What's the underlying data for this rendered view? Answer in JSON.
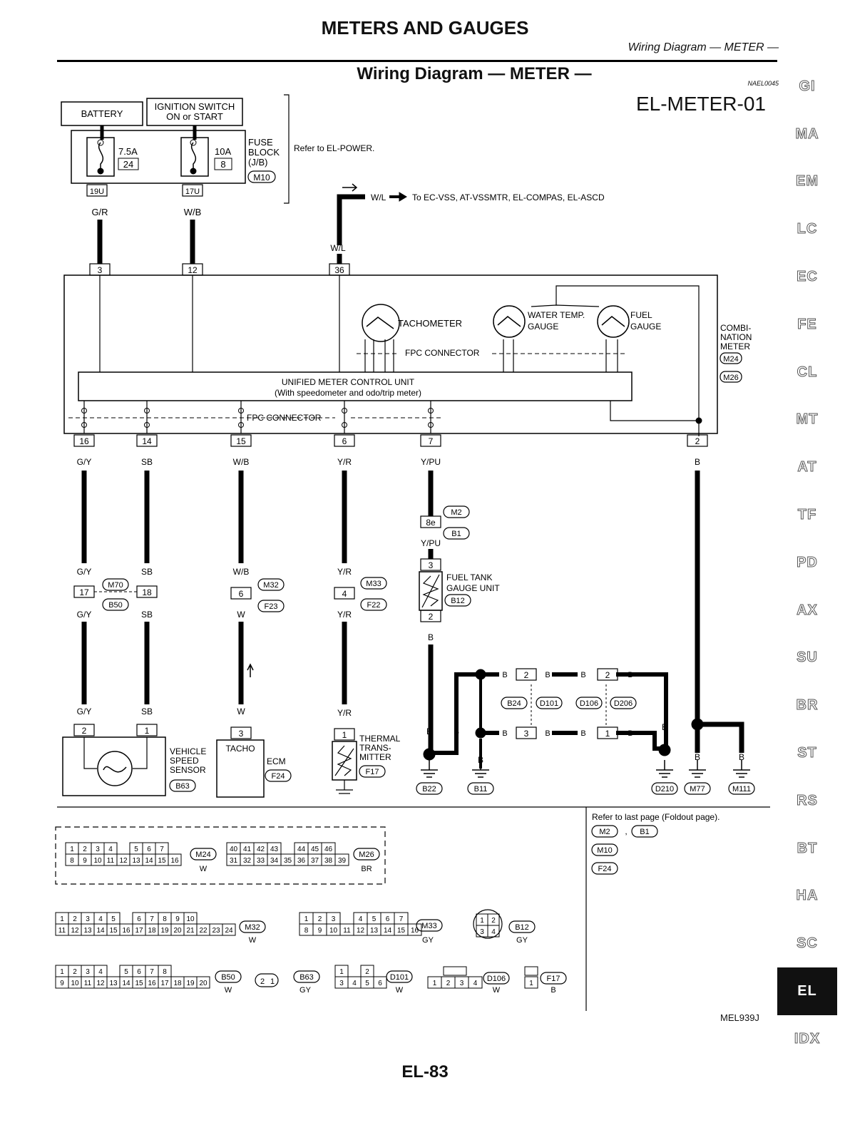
{
  "header": {
    "title": "METERS AND GAUGES",
    "subtitle": "Wiring Diagram — METER —"
  },
  "diagram": {
    "title": "Wiring Diagram — METER —",
    "code": "NAEL0045",
    "page_code": "EL-METER-01"
  },
  "sidebar": {
    "items": [
      "GI",
      "MA",
      "EM",
      "LC",
      "EC",
      "FE",
      "CL",
      "MT",
      "AT",
      "TF",
      "PD",
      "AX",
      "SU",
      "BR",
      "ST",
      "RS",
      "BT",
      "HA",
      "SC",
      "EL",
      "IDX"
    ],
    "active": "EL"
  },
  "power": {
    "battery": "BATTERY",
    "ignition": "IGNITION SWITCH",
    "ignition2": "ON or START",
    "fuse1_amp": "7.5A",
    "fuse1_no": "24",
    "fuse2_amp": "10A",
    "fuse2_no": "8",
    "fuse_block": "FUSE",
    "fuse_block2": "BLOCK",
    "fuse_block3": "(J/B)",
    "fuse_block_conn": "M10",
    "refer": "Refer to EL-POWER.",
    "term1": "19U",
    "term2": "17U",
    "wire1": "G/R",
    "wire2": "W/B",
    "wl": "W/L",
    "to_text": "To EC-VSS, AT-VSSMTR, EL-COMPAS, EL-ASCD"
  },
  "meter": {
    "pins_top": [
      "3",
      "12",
      "36"
    ],
    "tach": "TACHOMETER",
    "water": "WATER TEMP.",
    "water2": "GAUGE",
    "fuel": "FUEL",
    "fuel2": "GAUGE",
    "fpc": "FPC CONNECTOR",
    "unit": "UNIFIED METER CONTROL UNIT",
    "unit2": "(With speedometer and odo/trip meter)",
    "combi": [
      "COMBI-",
      "NATION",
      "METER"
    ],
    "combi_conn1": "M24",
    "combi_conn2": "M26",
    "pins_bottom": [
      "16",
      "14",
      "15",
      "6",
      "7",
      "2"
    ],
    "wires_bottom": [
      "G/Y",
      "SB",
      "W/B",
      "Y/R",
      "Y/PU",
      "B"
    ]
  },
  "lower": {
    "c1": [
      "G/Y",
      "17",
      "G/Y",
      "SB",
      "18",
      "SB",
      "M70",
      "B50"
    ],
    "c2": [
      "W/B",
      "6",
      "W",
      "M32",
      "F23"
    ],
    "c3": [
      "Y/R",
      "4",
      "Y/R",
      "M33",
      "F22"
    ],
    "ypu": [
      "8e",
      "Y/PU",
      "M2",
      "B1"
    ],
    "fuel_tank": [
      "FUEL TANK",
      "GAUGE UNIT",
      "B12",
      "3",
      "2",
      "B"
    ],
    "vss": [
      "G/Y",
      "2",
      "SB",
      "1",
      "VEHICLE",
      "SPEED",
      "SENSOR",
      "B63"
    ],
    "ecm": [
      "W",
      "3",
      "TACHO",
      "ECM",
      "F24"
    ],
    "thermal": [
      "Y/R",
      "1",
      "THERMAL",
      "TRANS-",
      "MITTER",
      "F17"
    ],
    "ground_conns": [
      "B22",
      "B11",
      "D210",
      "M77",
      "M111"
    ],
    "joint": [
      "B",
      "2",
      "B",
      "B",
      "2",
      "B",
      "B24",
      "D101",
      "D106",
      "D206",
      "B",
      "3",
      "B",
      "B",
      "1",
      "B"
    ],
    "gnd_labels": [
      "B",
      "B",
      "B",
      "B",
      "B",
      "B"
    ]
  },
  "refs": {
    "line1": "Refer to last page (Foldout page).",
    "items": [
      "M2",
      "B1",
      "M10",
      "F24"
    ]
  },
  "connectors": {
    "m24": {
      "row1": [
        "1",
        "2",
        "3",
        "4",
        "",
        "5",
        "6",
        "7"
      ],
      "row2": [
        "8",
        "9",
        "10",
        "11",
        "12",
        "13",
        "14",
        "15",
        "16"
      ],
      "id": "M24",
      "color": "W"
    },
    "m26": {
      "row1": [
        "40",
        "41",
        "42",
        "43",
        "",
        "44",
        "45",
        "46"
      ],
      "row2": [
        "31",
        "32",
        "33",
        "34",
        "35",
        "36",
        "37",
        "38",
        "39"
      ],
      "id": "M26",
      "color": "BR"
    },
    "m32": {
      "row1": [
        "1",
        "2",
        "3",
        "4",
        "5",
        "",
        "6",
        "7",
        "8",
        "9",
        "10"
      ],
      "row2": [
        "11",
        "12",
        "13",
        "14",
        "15",
        "16",
        "17",
        "18",
        "19",
        "20",
        "21",
        "22",
        "23",
        "24"
      ],
      "id": "M32",
      "color": "W"
    },
    "m33": {
      "row1": [
        "1",
        "2",
        "3",
        "",
        "4",
        "5",
        "6",
        "7"
      ],
      "row2": [
        "8",
        "9",
        "10",
        "11",
        "12",
        "13",
        "14",
        "15",
        "16"
      ],
      "id": "M33",
      "color": "GY"
    },
    "b12": {
      "pins": [
        "1",
        "2",
        "3",
        "4"
      ],
      "id": "B12",
      "color": "GY"
    },
    "b50": {
      "row1": [
        "1",
        "2",
        "3",
        "4",
        "",
        "5",
        "6",
        "7",
        "8"
      ],
      "row2": [
        "9",
        "10",
        "11",
        "12",
        "13",
        "14",
        "15",
        "16",
        "17",
        "18",
        "19",
        "20"
      ],
      "id": "B50",
      "color": "W"
    },
    "b63": {
      "pins": [
        "2",
        "1"
      ],
      "id": "B63",
      "color": "GY"
    },
    "d101": {
      "row1": [
        "1",
        "",
        "2"
      ],
      "row2": [
        "3",
        "4",
        "5",
        "6"
      ],
      "id": "D101",
      "color": "W"
    },
    "d106": {
      "pins": [
        "1",
        "2",
        "3",
        "4"
      ],
      "id": "D106",
      "color": "W"
    },
    "f17": {
      "pins": [
        "1"
      ],
      "id": "F17",
      "color": "B"
    }
  },
  "footer": {
    "page": "EL-83",
    "ref_id": "MEL939J"
  }
}
